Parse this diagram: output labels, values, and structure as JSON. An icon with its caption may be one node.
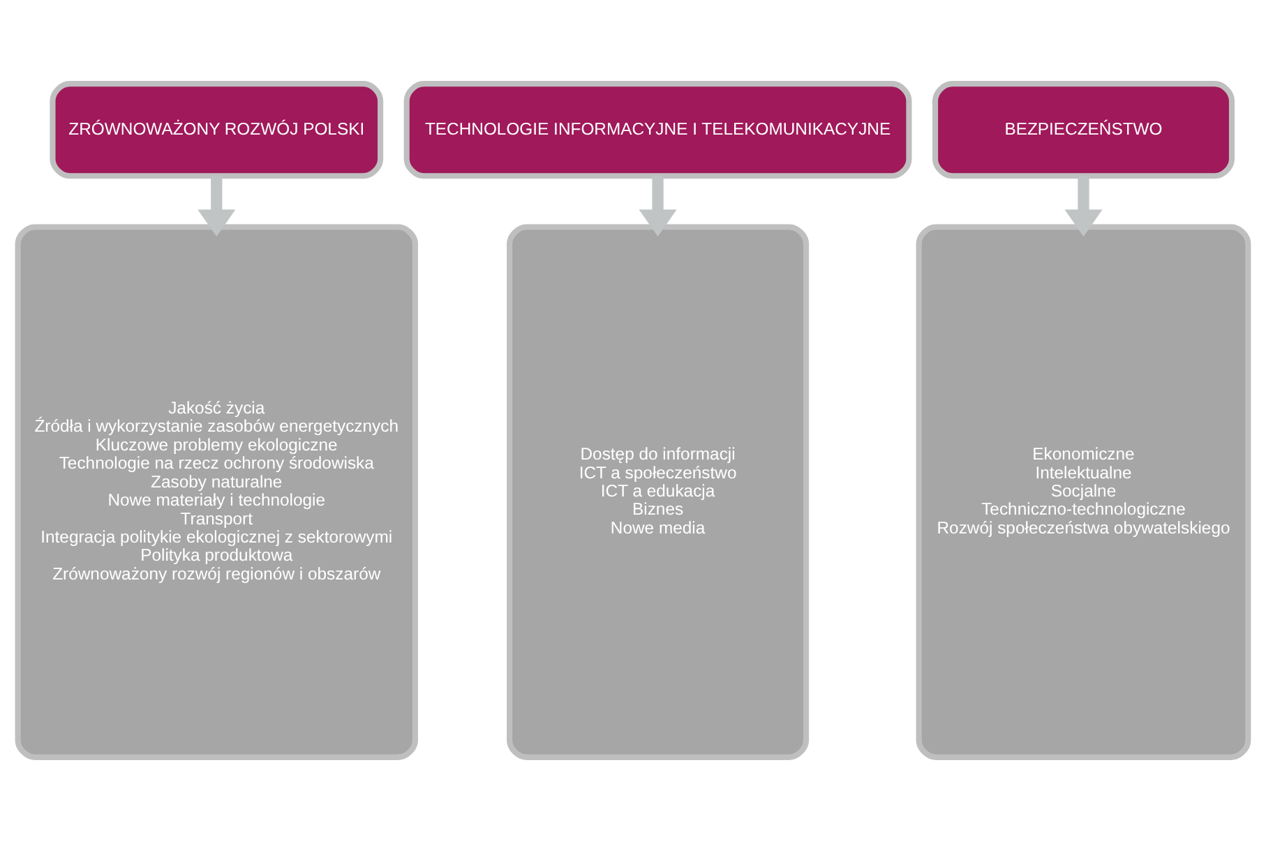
{
  "diagram": {
    "nodes": [
      {
        "text": [
          "ZRÓWNOWAŻONY ROZWÓJ POLSKI"
        ]
      },
      {
        "text": [
          "TECHNOLOGIE INFORMACYJNE I TELEKOMUNIKACYJNE"
        ]
      },
      {
        "text": [
          "BEZPIECZEŃSTWO"
        ]
      },
      {
        "text": [
          "Jakość życia",
          "Źródła i wykorzystanie zasobów energetycznych",
          "Kluczowe problemy ekologiczne",
          "Technologie na rzecz ochrony środowiska",
          "Zasoby naturalne",
          "Nowe materiały i technologie",
          "Transport",
          "Integracja politykie ekologicznej z sektorowymi",
          "Polityka produktowa",
          "Zrównoważony rozwój regionów i obszarów"
        ]
      },
      {
        "text": [
          "Dostęp do informacji",
          "ICT a społeczeństwo",
          "ICT a edukacja",
          "Biznes",
          "Nowe media"
        ]
      },
      {
        "text": [
          "Ekonomiczne",
          "Intelektualne",
          "Socjalne",
          "Techniczno-technologiczne",
          "Rozwój społeczeństwa obywatelskiego"
        ]
      }
    ],
    "edges": [
      {
        "from": 0,
        "to": 3,
        "arrow": "to"
      },
      {
        "from": 1,
        "to": 4,
        "arrow": "to"
      },
      {
        "from": 2,
        "to": 5,
        "arrow": "to"
      }
    ]
  }
}
